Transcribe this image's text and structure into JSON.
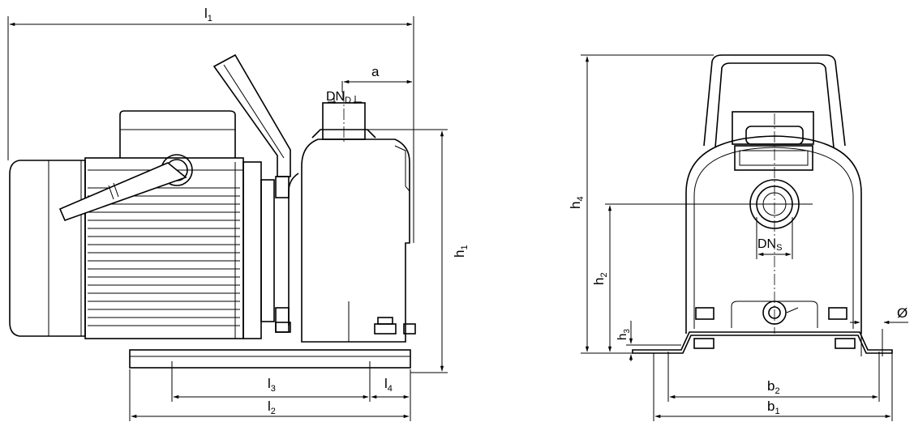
{
  "dimensions": {
    "l1": {
      "main": "l",
      "sub": "1"
    },
    "a": {
      "main": "a",
      "sub": ""
    },
    "dn_p": {
      "main": "DN",
      "sub": "D"
    },
    "h1": {
      "main": "h",
      "sub": "1"
    },
    "l3": {
      "main": "l",
      "sub": "3"
    },
    "l4": {
      "main": "l",
      "sub": "4"
    },
    "l2": {
      "main": "l",
      "sub": "2"
    },
    "h4": {
      "main": "h",
      "sub": "4"
    },
    "h2": {
      "main": "h",
      "sub": "2"
    },
    "h3": {
      "main": "h",
      "sub": "3"
    },
    "dn_s": {
      "main": "DN",
      "sub": "S"
    },
    "diameter": {
      "main": "Ø",
      "sub": ""
    },
    "b2": {
      "main": "b",
      "sub": "2"
    },
    "b1": {
      "main": "b",
      "sub": "1"
    }
  }
}
